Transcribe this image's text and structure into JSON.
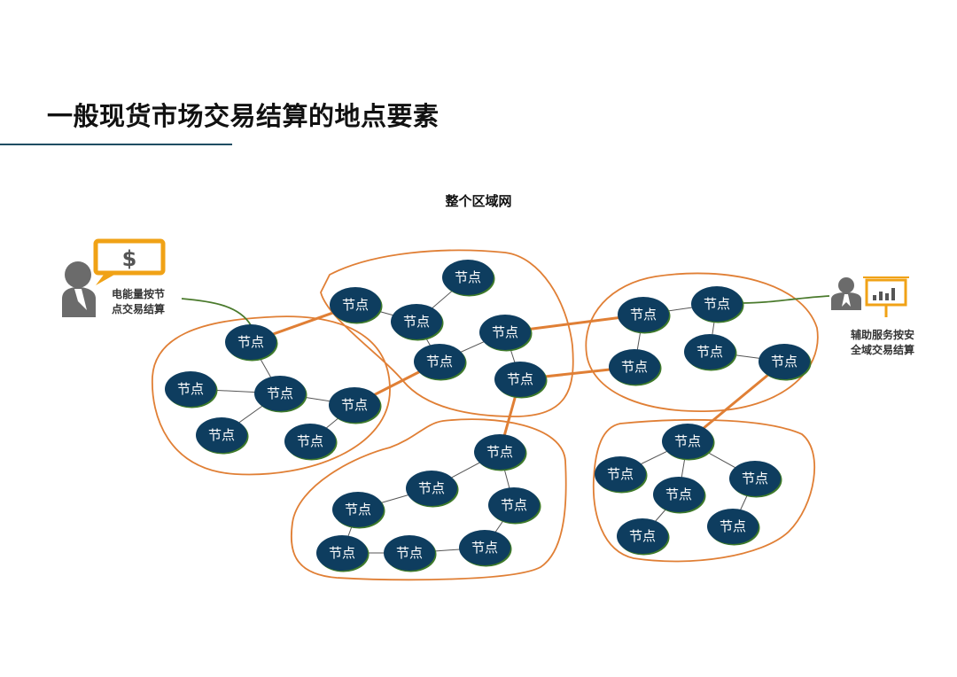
{
  "title": "一般现货市场交易结算的地点要素",
  "diagram_title": "整个区域网",
  "left_actor": {
    "currency_symbol": "$",
    "label_line1": "电能量按节",
    "label_line2": "点交易结算"
  },
  "right_actor": {
    "label_line1": "辅助服务按安",
    "label_line2": "全域交易结算"
  },
  "node_label": "节点",
  "colors": {
    "node_fill": "#0e3d5f",
    "node_edge_accent": "#3e7a2a",
    "region_outline": "#e07f35",
    "inter_link": "#e07f35",
    "actor_link": "#4a7a2c",
    "actor_gray": "#6b6b6b",
    "bubble_orange": "#f0a216",
    "title_rule": "#1f4e63"
  },
  "icons": [
    "person-dollar-bubble-icon",
    "person-presentation-board-icon"
  ]
}
